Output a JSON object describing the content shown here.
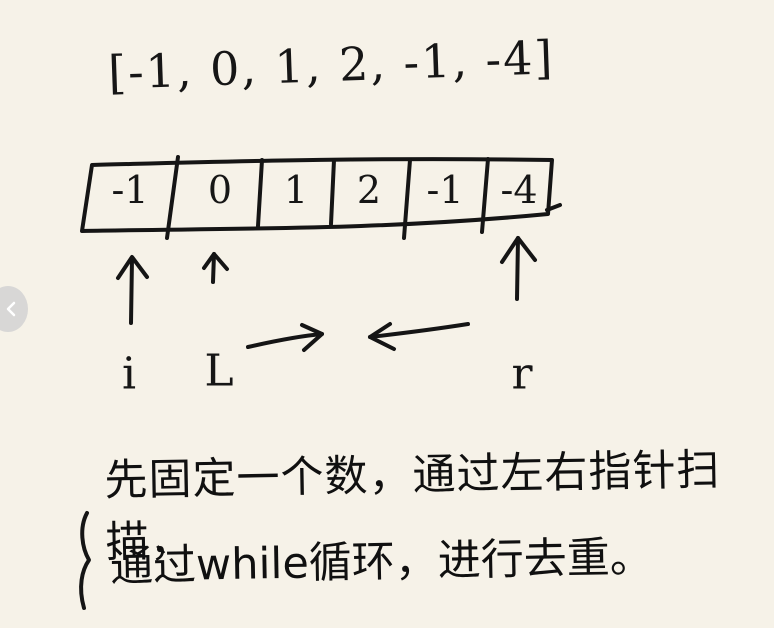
{
  "array_text": "[-1, 0, 1, 2, -1, -4]",
  "cells": [
    "-1",
    "0",
    "1",
    "2",
    "-1",
    "-4"
  ],
  "pointer_labels": {
    "i": "i",
    "left": "L",
    "right": "r"
  },
  "notes": [
    "先固定一个数，通过左右指针扫描，",
    "通过while循环，进行去重。"
  ],
  "icons": {
    "back": "chevron-left-icon",
    "arrow": "arrow-up-icon"
  },
  "colors": {
    "background": "#f6f2e8",
    "ink": "#151515",
    "button": "#d2d2d2"
  }
}
